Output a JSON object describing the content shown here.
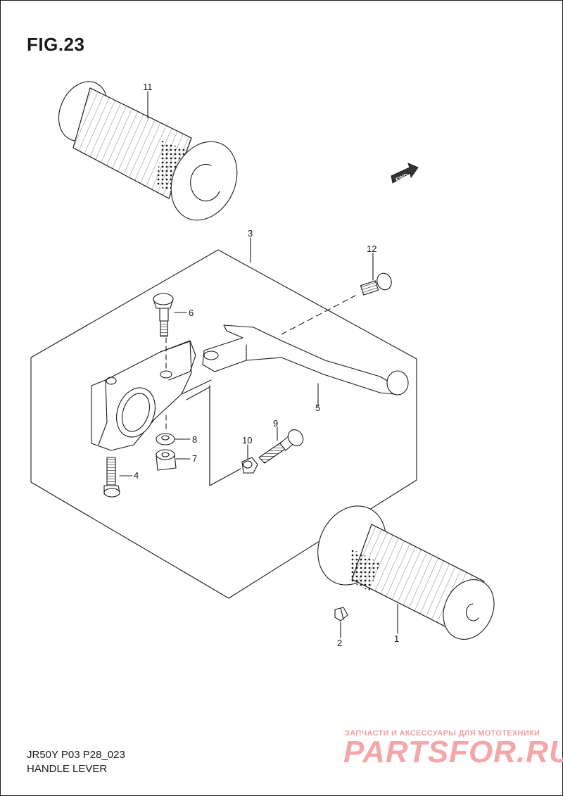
{
  "figure": {
    "title": "FIG.23"
  },
  "footer": {
    "model_code": "JR50Y P03 P28_023",
    "section_title": "HANDLE LEVER"
  },
  "fwd_badge": {
    "text": "FWD"
  },
  "part_labels": {
    "p1": "1",
    "p2": "2",
    "p3": "3",
    "p4": "4",
    "p5": "5",
    "p6": "6",
    "p7": "7",
    "p8": "8",
    "p9": "9",
    "p10": "10",
    "p11": "11",
    "p12": "12"
  },
  "watermark": {
    "caption": "ЗАПЧАСТИ И АКСЕССУАРЫ ДЛЯ МОТОТЕХНИКИ",
    "logo": "PARTSFOR.RU"
  },
  "colors": {
    "line": "#1a1a1a",
    "watermark": "#f4a6a8"
  }
}
